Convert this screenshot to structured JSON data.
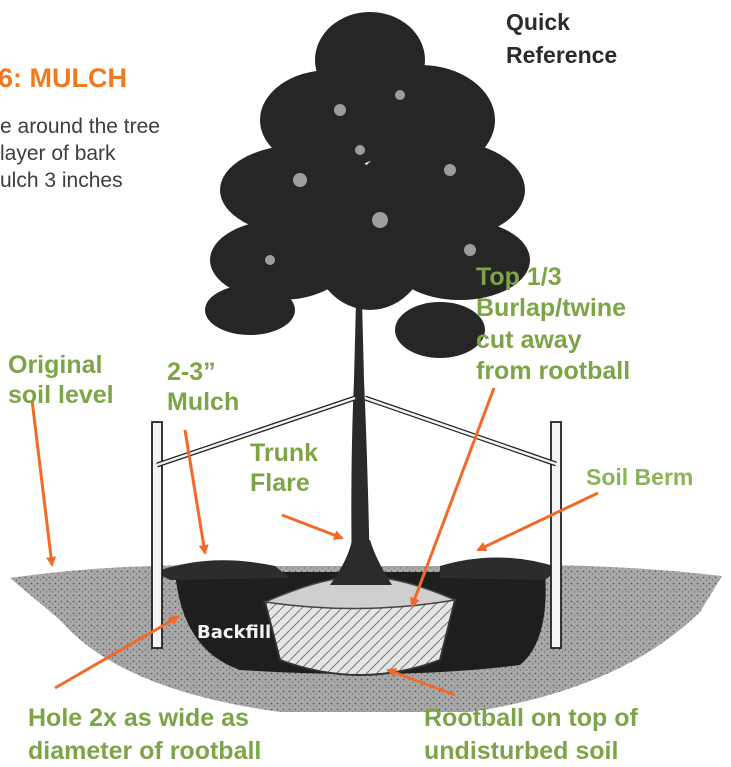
{
  "header": {
    "quick_reference": [
      "Quick",
      "Reference"
    ],
    "step_title": "6: MULCH",
    "step_text": [
      "e around the tree",
      "layer of bark",
      "ulch 3 inches"
    ]
  },
  "labels": {
    "original_soil": [
      "Original",
      "soil level"
    ],
    "mulch": [
      "2-3”",
      "Mulch"
    ],
    "trunk_flare": [
      "Trunk",
      "Flare"
    ],
    "top_third": [
      "Top 1/3",
      "Burlap/twine",
      "cut away",
      "from rootball"
    ],
    "soil_berm": "Soil Berm",
    "backfill": "Backfill",
    "hole": [
      "Hole 2x as wide as",
      "diameter of rootball"
    ],
    "rootball": [
      "Rootball on top of",
      "undisturbed soil"
    ]
  },
  "colors": {
    "label_green": "#7da547",
    "arrow_orange": "#f26a2a",
    "title_orange": "#f07a22",
    "soil_dark": "#1e1e1e",
    "soil_gray": "#9a9a9a"
  }
}
